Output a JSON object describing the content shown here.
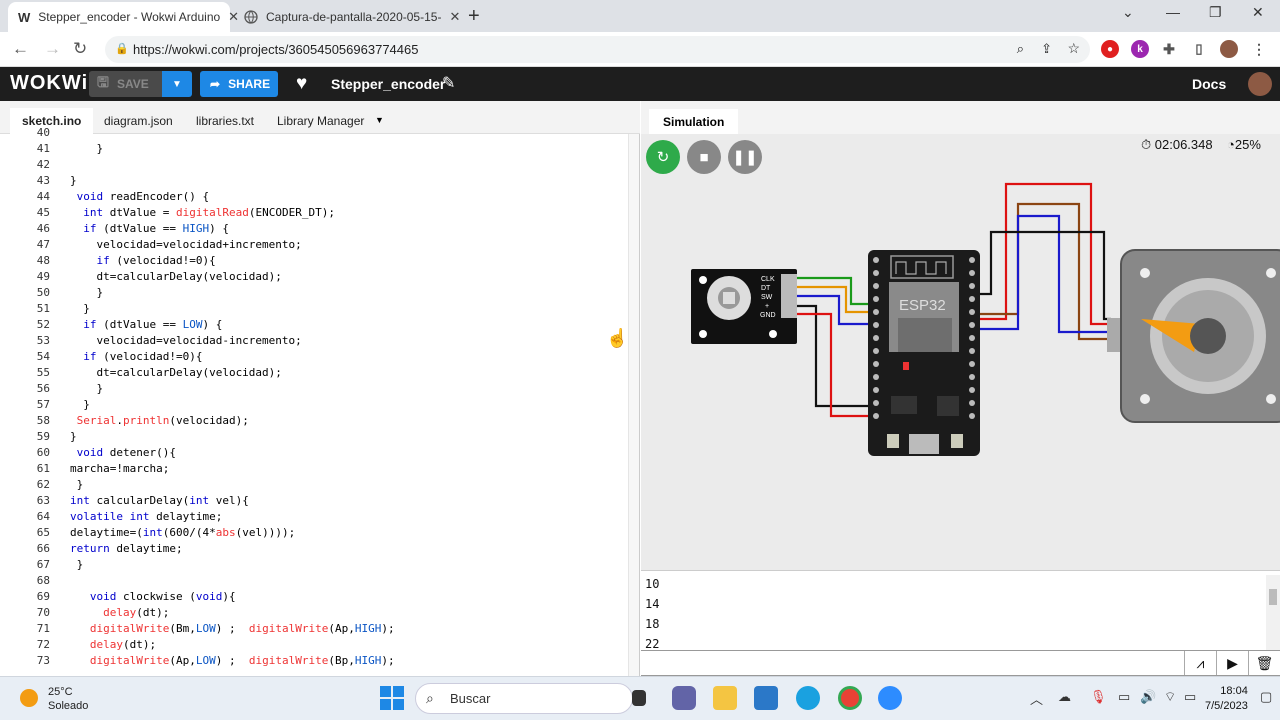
{
  "browser": {
    "tabs": [
      {
        "title": "Stepper_encoder - Wokwi Arduino",
        "favicon": "W"
      },
      {
        "title": "Captura-de-pantalla-2020-05-15-"
      }
    ],
    "url": "https://wokwi.com/projects/360545056963774465"
  },
  "header": {
    "logo": "WOKWi",
    "save_label": "SAVE",
    "share_label": "SHARE",
    "project_name": "Stepper_encoder",
    "docs_label": "Docs",
    "accent": "#1e88e5"
  },
  "editor": {
    "tabs": [
      "sketch.ino",
      "diagram.json",
      "libraries.txt",
      "Library Manager"
    ],
    "lines": [
      {
        "n": "40",
        "t": ""
      },
      {
        "n": "41",
        "t": "    }"
      },
      {
        "n": "42",
        "t": ""
      },
      {
        "n": "43",
        "t": "}"
      },
      {
        "n": "44",
        "t": " void readEncoder() {"
      },
      {
        "n": "45",
        "t": "  int dtValue = digitalRead(ENCODER_DT);"
      },
      {
        "n": "46",
        "t": "  if (dtValue == HIGH) {"
      },
      {
        "n": "47",
        "t": "    velocidad=velocidad+incremento;"
      },
      {
        "n": "48",
        "t": "    if (velocidad!=0){"
      },
      {
        "n": "49",
        "t": "    dt=calcularDelay(velocidad);"
      },
      {
        "n": "50",
        "t": "    }"
      },
      {
        "n": "51",
        "t": "  }"
      },
      {
        "n": "52",
        "t": "  if (dtValue == LOW) {"
      },
      {
        "n": "53",
        "t": "    velocidad=velocidad-incremento;"
      },
      {
        "n": "54",
        "t": "  if (velocidad!=0){"
      },
      {
        "n": "55",
        "t": "    dt=calcularDelay(velocidad);"
      },
      {
        "n": "56",
        "t": "    }"
      },
      {
        "n": "57",
        "t": "  }"
      },
      {
        "n": "58",
        "t": " Serial.println(velocidad);"
      },
      {
        "n": "59",
        "t": "}"
      },
      {
        "n": "60",
        "t": " void detener(){"
      },
      {
        "n": "61",
        "t": "marcha=!marcha;"
      },
      {
        "n": "62",
        "t": " }"
      },
      {
        "n": "63",
        "t": "int calcularDelay(int vel){"
      },
      {
        "n": "64",
        "t": "volatile int delaytime;"
      },
      {
        "n": "65",
        "t": "delaytime=(int(600/(4*abs(vel))));"
      },
      {
        "n": "66",
        "t": "return delaytime;"
      },
      {
        "n": "67",
        "t": " }"
      },
      {
        "n": "68",
        "t": ""
      },
      {
        "n": "69",
        "t": "   void clockwise (void){"
      },
      {
        "n": "70",
        "t": "     delay(dt);"
      },
      {
        "n": "71",
        "t": "   digitalWrite(Bm,LOW) ;  digitalWrite(Ap,HIGH);"
      },
      {
        "n": "72",
        "t": "   delay(dt);"
      },
      {
        "n": "73",
        "t": "   digitalWrite(Ap,LOW) ;  digitalWrite(Bp,HIGH);"
      }
    ]
  },
  "simulation": {
    "tab": "Simulation",
    "timer": "02:06.348",
    "speed": "25%",
    "esp32_label": "ESP32",
    "encoder_pins": [
      "CLK",
      "DT",
      "SW",
      "+",
      "GND"
    ],
    "serial_lines": [
      "10",
      "14",
      "18",
      "22"
    ]
  },
  "taskbar": {
    "temp": "25°C",
    "weather": "Soleado",
    "search_placeholder": "Buscar",
    "time": "18:04",
    "date": "7/5/2023"
  }
}
